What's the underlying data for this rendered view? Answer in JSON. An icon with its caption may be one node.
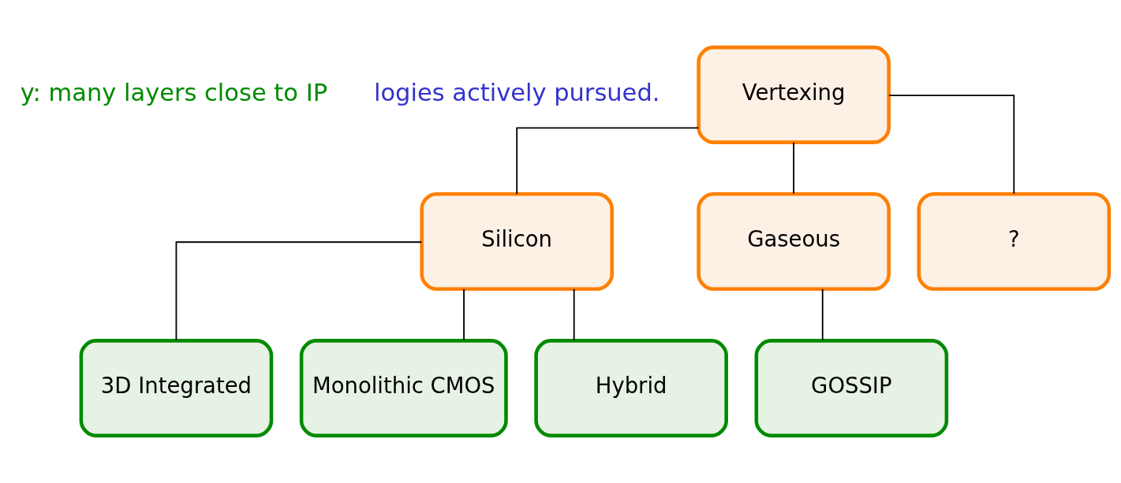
{
  "diagram": {
    "nodes": [
      {
        "text": [
          "Vertexing"
        ]
      },
      {
        "text": [
          "Silicon"
        ]
      },
      {
        "text": [
          "Gaseous"
        ]
      },
      {
        "text": [
          "?"
        ]
      },
      {
        "text": [
          "3D Integrated"
        ]
      },
      {
        "text": [
          "Monolithic CMOS"
        ]
      },
      {
        "text": [
          "Hybrid"
        ]
      },
      {
        "text": [
          "GOSSIP"
        ]
      }
    ],
    "edges": [
      {
        "from": 0,
        "to": 1,
        "arrow": "none"
      },
      {
        "from": 0,
        "to": 2,
        "arrow": "none"
      },
      {
        "from": 0,
        "to": 3,
        "arrow": "none"
      },
      {
        "from": 1,
        "to": 4,
        "arrow": "none"
      },
      {
        "from": 1,
        "to": 5,
        "arrow": "none"
      },
      {
        "from": 1,
        "to": 6,
        "arrow": "none"
      },
      {
        "from": 2,
        "to": 7,
        "arrow": "none"
      }
    ],
    "labels": [
      "y: many layers close to IP",
      "logies actively pursued."
    ]
  }
}
